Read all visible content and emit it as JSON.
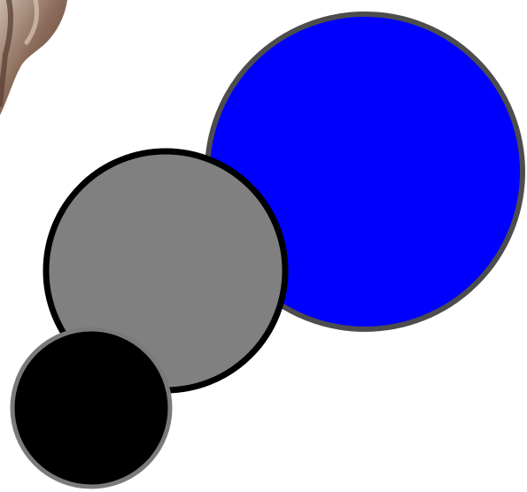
{
  "scene": {
    "background": "#ffffff",
    "circles": [
      {
        "name": "blue-circle",
        "fill": "#0000ff",
        "stroke": "#4d4d4d"
      },
      {
        "name": "gray-circle",
        "fill": "#808080",
        "stroke": "#000000"
      },
      {
        "name": "black-circle",
        "fill": "#000000",
        "stroke": "#7a7a7a"
      }
    ],
    "photo_fragment": {
      "name": "photo-fragment",
      "colors": [
        "#8a6a58",
        "#5a3d33",
        "#c9b7a8"
      ]
    }
  }
}
